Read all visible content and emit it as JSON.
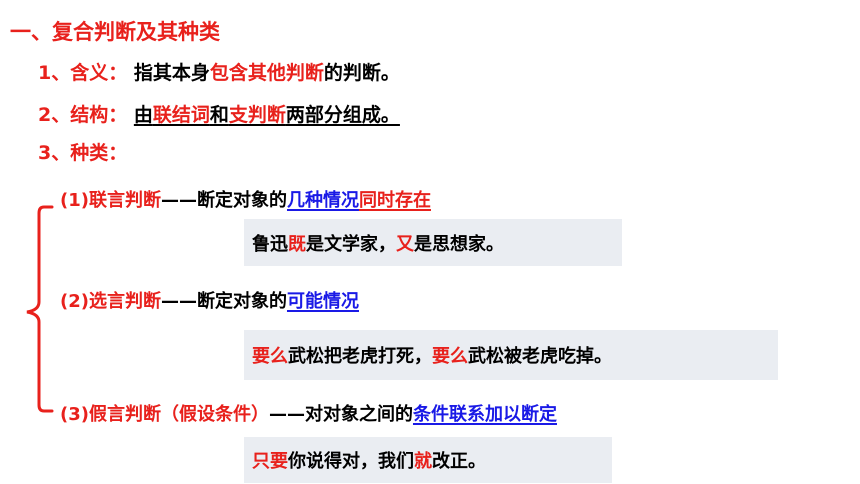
{
  "section_title": "一、复合判断及其种类",
  "item1": {
    "label": "1、含义：",
    "pre": "指其本身",
    "highlight": "包含其他判断",
    "post": "的判断。"
  },
  "item2": {
    "label": "2、结构：",
    "pre": "由",
    "h1": "联结词",
    "mid": "和",
    "h2": "支判断",
    "post": "两部分组成。"
  },
  "item3": {
    "label": "3、种类："
  },
  "types": [
    {
      "label": "(1)联言判断",
      "dash": "——断定对象的",
      "h1": "几种情况",
      "h2": "同时存在"
    },
    {
      "label": "(2)选言判断",
      "dash": "——断定对象的",
      "h1": "可能情况"
    },
    {
      "label": "(3)假言判断（假设条件）",
      "dash": "——对对象之间的",
      "h1": "条件联系加以断定"
    }
  ],
  "examples": [
    {
      "a": "鲁迅",
      "b": "既",
      "c": "是文学家，",
      "d": "又",
      "e": "是思想家。"
    },
    {
      "a": "要么",
      "b": "武松把老虎打死，",
      "c": "要么",
      "d": "武松被老虎吃掉。"
    },
    {
      "a": "只要",
      "b": "你说得对，我们",
      "c": "就",
      "d": "改正。"
    }
  ],
  "colors": {
    "red": "#e8211c",
    "blue": "#1a1ae6",
    "example_bg": "#eaedf2"
  }
}
